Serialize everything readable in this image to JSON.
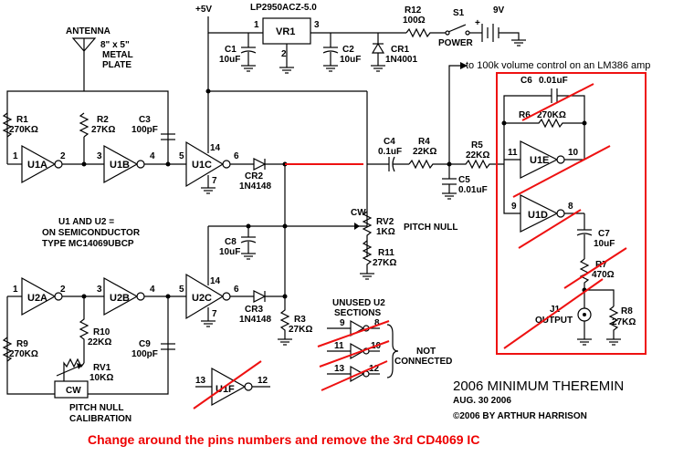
{
  "colors": {
    "ink": "#000000",
    "annotation": "#ee0000",
    "background": "#ffffff"
  },
  "top": {
    "v5": "+5V",
    "regulator_part": "LP2950ACZ-5.0",
    "vr1": "VR1",
    "c1": [
      "C1",
      "10uF"
    ],
    "c2": [
      "C2",
      "10uF"
    ],
    "cr1": [
      "CR1",
      "1N4001"
    ],
    "r12": [
      "R12",
      "100Ω"
    ],
    "s1": "S1",
    "power": "POWER",
    "battery": "9V"
  },
  "antenna": {
    "label": "ANTENNA",
    "plate": [
      "8\" x 5\"",
      "METAL",
      "PLATE"
    ]
  },
  "upper_chain": {
    "r1": [
      "R1",
      "270KΩ"
    ],
    "r2": [
      "R2",
      "27KΩ"
    ],
    "c3": [
      "C3",
      "100pF"
    ],
    "u1a": "U1A",
    "u1b": "U1B",
    "u1c": "U1C",
    "cr2": [
      "CR2",
      "1N4148"
    ],
    "c4": [
      "C4",
      "0.1uF"
    ],
    "r4": [
      "R4",
      "22KΩ"
    ],
    "r5": [
      "R5",
      "22KΩ"
    ],
    "c5": [
      "C5",
      "0.01uF"
    ]
  },
  "amp_note": "to 100k volume control on an LM386 amp",
  "crossed_block": {
    "c6": [
      "C6",
      "0.01uF"
    ],
    "r6": [
      "R6",
      "270KΩ"
    ],
    "u1e": "U1E",
    "u1d": "U1D",
    "c7": [
      "C7",
      "10uF"
    ],
    "r7": [
      "R7",
      "470Ω"
    ],
    "j1": [
      "J1",
      "OUTPUT"
    ],
    "r8": [
      "R8",
      "27KΩ"
    ]
  },
  "middle": {
    "cw": "CW",
    "rv2": [
      "RV2",
      "1KΩ"
    ],
    "pitch_null": "PITCH NULL",
    "r11": [
      "R11",
      "27KΩ"
    ],
    "c8": [
      "C8",
      "10uF"
    ],
    "ic_note": [
      "U1 AND U2 =",
      "ON SEMICONDUCTOR",
      "TYPE MC14069UBCP"
    ]
  },
  "lower_chain": {
    "u2a": "U2A",
    "u2b": "U2B",
    "u2c": "U2C",
    "r9": [
      "R9",
      "270KΩ"
    ],
    "r10": [
      "R10",
      "22KΩ"
    ],
    "rv1": [
      "RV1",
      "10KΩ"
    ],
    "cw": "CW",
    "c9": [
      "C9",
      "100pF"
    ],
    "cr3": [
      "CR3",
      "1N4148"
    ],
    "r3": [
      "R3",
      "27KΩ"
    ],
    "calib": [
      "PITCH NULL",
      "CALIBRATION"
    ],
    "u1f": "U1F"
  },
  "unused": {
    "title": [
      "UNUSED U2",
      "SECTIONS"
    ],
    "nc": [
      "NOT",
      "CONNECTED"
    ]
  },
  "pins": {
    "u1a_in": "1",
    "u1a_out": "2",
    "u1b_in": "3",
    "u1b_out": "4",
    "u1c_in": "5",
    "u1c_out": "6",
    "u1c_vdd": "14",
    "u1c_vss": "7",
    "u1e_in": "11",
    "u1e_out": "10",
    "u1d_in": "9",
    "u1d_out": "8",
    "u2a_in": "1",
    "u2a_out": "2",
    "u2b_in": "3",
    "u2b_out": "4",
    "u2c_in": "5",
    "u2c_out": "6",
    "u2c_vdd": "14",
    "u2c_vss": "7",
    "u1f_in": "13",
    "u1f_out": "12",
    "un1_in": "9",
    "un1_out": "8",
    "un2_in": "11",
    "un2_out": "10",
    "un3_in": "13",
    "un3_out": "12",
    "vr_1": "1",
    "vr_2": "2",
    "vr_3": "3"
  },
  "credits": {
    "title": "2006 MINIMUM THEREMIN",
    "date": "AUG. 30 2006",
    "author": "©2006 BY ARTHUR HARRISON"
  },
  "instruction": "Change around the pins numbers and remove the 3rd CD4069 IC"
}
